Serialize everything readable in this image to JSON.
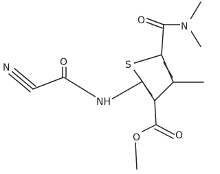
{
  "molecule": {
    "atoms": {
      "n_nitrile": "N",
      "o_amide_left": "O",
      "n_amide": "NH",
      "s_ring": "S",
      "o_amide_right": "O",
      "n_dimethyl": "N",
      "o_ester_carbonyl": "O",
      "o_ester_single": "O"
    }
  }
}
